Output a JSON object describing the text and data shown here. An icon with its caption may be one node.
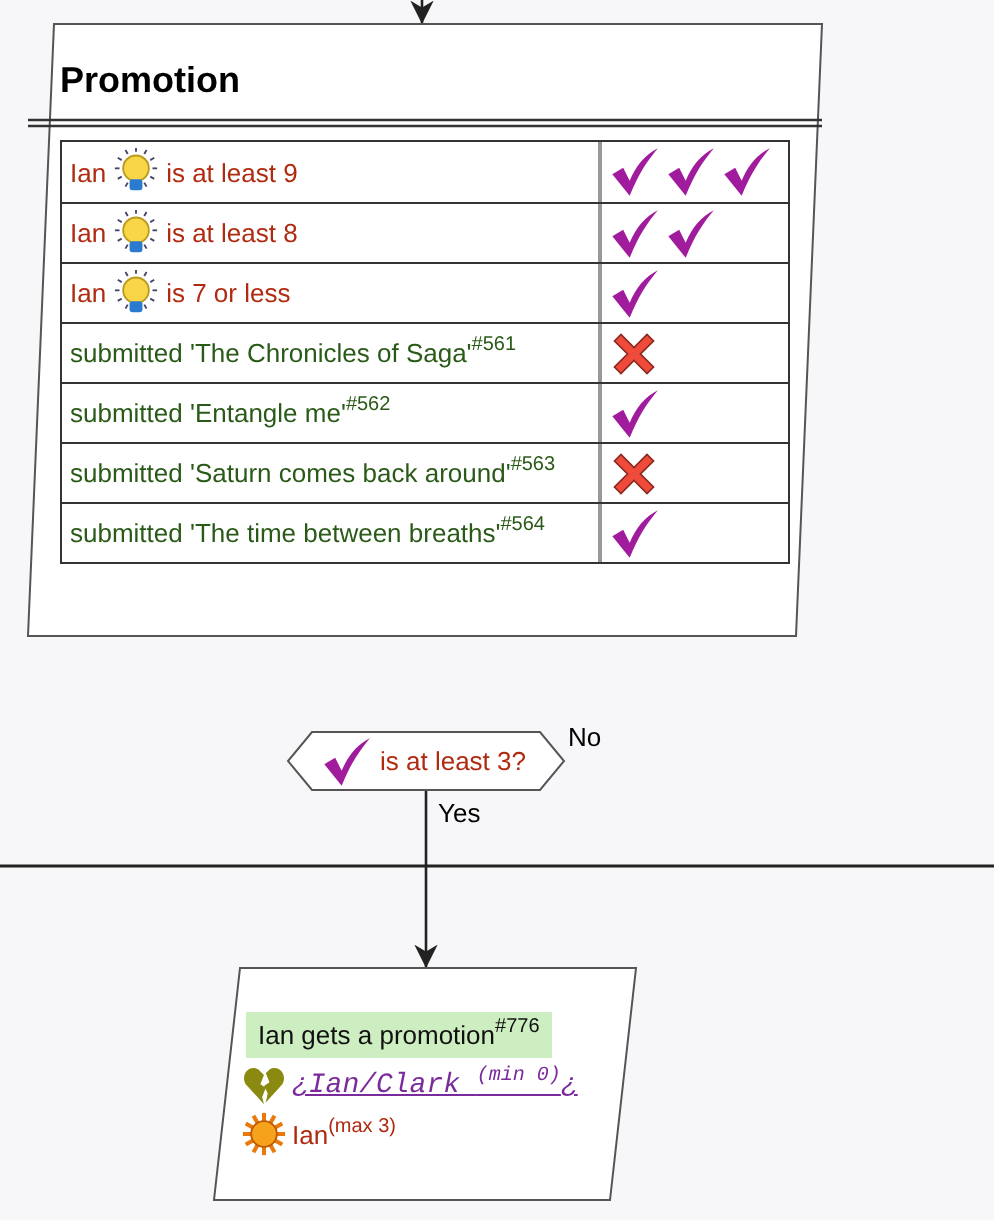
{
  "diagram": {
    "nodes": [
      {
        "text": [
          "Promotion"
        ]
      },
      {
        "text": [
          "is at least 3?"
        ],
        "beside": [
          "No"
        ]
      },
      {
        "text": [
          "Ian gets a promotion$^{#776}$",
          "¿Ian/Clark $^{(min 0)}$¿",
          "Ian$^{(max 3)}$"
        ]
      }
    ],
    "edges": [
      {
        "from": null,
        "to": 0,
        "arrow": "to"
      },
      {
        "from": 1,
        "to": 2,
        "arrow": "to",
        "label": "Yes"
      }
    ],
    "labels": [
      "Ian",
      "is at least 9",
      "Ian",
      "is at least 8",
      "Ian",
      "is 7 or less",
      "submitted 'The Chronicles of Saga'$^{#561}$",
      "submitted 'Entangle me'$^{#562}$",
      "submitted 'Saturn comes back around'$^{#563}$",
      "submitted 'The time between breaths'$^{#564}$"
    ]
  }
}
